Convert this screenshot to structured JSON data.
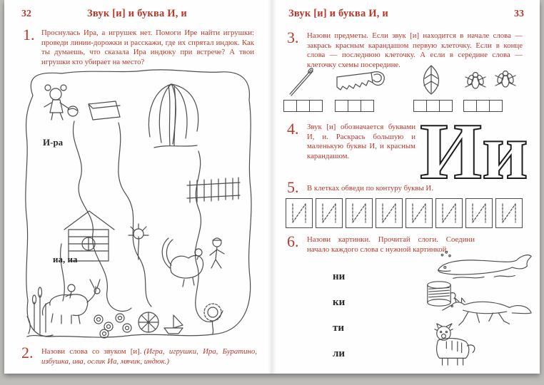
{
  "colors": {
    "accent": "#b8392b",
    "ink": "#2a2a2a"
  },
  "left_page": {
    "page_number": "32",
    "title": "Звук [и] и буква И, и",
    "ex1_num": "1.",
    "ex1_text": "Проснулась Ира, а игрушек нет. Помоги Ире найти игрушки: проведи линии-дорожки и расскажи, где их спрятал индюк. Как ты думаешь, что сказала Ира индюку при встрече? А твои игрушки кто убирает на место?",
    "maze_label_girl": "И-ра",
    "maze_label_donkey": "иа, иа",
    "ex2_num": "2.",
    "ex2_text": "Назови слова со звуком [и].",
    "ex2_words_italic": "(Игра, игрушки, Ира, Буратино, избушка, ива, ослик Иа, мячик, индюк.)"
  },
  "right_page": {
    "page_number": "33",
    "title": "Звук [и] и буква И, и",
    "ex3_num": "3.",
    "ex3_text": "Назови предметы. Если звук [и] находится в начале слова — закрась красным карандашом первую клеточку. Если в конце слова — последнюю клеточку. А если в середине слова — клеточку схемы посередине.",
    "ex4_num": "4.",
    "ex4_text": "Звук [и] обозначается буквами И, и. Раскрась большую и маленькую буквы И, и красным карандашом.",
    "big_letters": "Ии",
    "ex5_num": "5.",
    "ex5_text": "В клетках обведи по контуру буквы И.",
    "ex6_num": "6.",
    "ex6_text": "Назови картинки. Прочитай слоги. Соедини начало каждого слова с нужной картинкой.",
    "syllables": [
      "ни",
      "ки",
      "ти",
      "ли"
    ],
    "schema_items": [
      "needle",
      "saw",
      "leaf",
      "flies"
    ],
    "pictures": [
      "whale",
      "thread-spool",
      "fox",
      "tiger"
    ]
  }
}
